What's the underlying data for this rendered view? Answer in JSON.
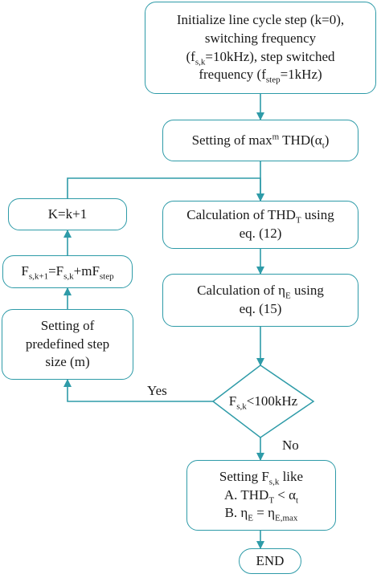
{
  "nodes": {
    "init": {
      "line1": "Initialize line cycle step (k=0),",
      "line2": "switching frequency",
      "line3_pre": "(f",
      "line3_sub": "s,k",
      "line3_post": "=10kHz), step switched",
      "line4_pre": "frequency (f",
      "line4_sub": "step",
      "line4_post": "=1kHz)"
    },
    "setting_max": {
      "pre": "Setting of max",
      "sup": "m",
      "mid": " THD(α",
      "sub": "t",
      "post": ")"
    },
    "calc_thd": {
      "line1_pre": "Calculation of THD",
      "line1_sub": "T",
      "line1_post": " using",
      "line2": "eq. (12)"
    },
    "calc_eta": {
      "line1_pre": "Calculation of η",
      "line1_sub": "E",
      "line1_post": " using",
      "line2": "eq. (15)"
    },
    "decision": {
      "pre": "F",
      "sub": "s,k",
      "post": "<100kHz"
    },
    "setting_fsk": {
      "line1_pre": "Setting F",
      "line1_sub": "s,k",
      "line1_post": " like",
      "line2_pre": "A. THD",
      "line2_sub": "T",
      "line2_mid": " < α",
      "line2_sub2": "t",
      "line3_pre": "B. η",
      "line3_sub": "E",
      "line3_mid": " = η",
      "line3_sub2": "E,max"
    },
    "end": {
      "label": "END"
    },
    "k_inc": {
      "label": "K=k+1"
    },
    "f_update": {
      "pre": "F",
      "sub": "s,k+1",
      "mid": "=F",
      "sub2": "s,k",
      "post": "+mF",
      "sub3": "step"
    },
    "step_size": {
      "line1": "Setting of",
      "line2": "predefined step",
      "line3": "size (m)"
    }
  },
  "edges": {
    "yes_label": "Yes",
    "no_label": "No"
  },
  "colors": {
    "stroke": "#2e9ba8",
    "text": "#1a1a1a"
  }
}
